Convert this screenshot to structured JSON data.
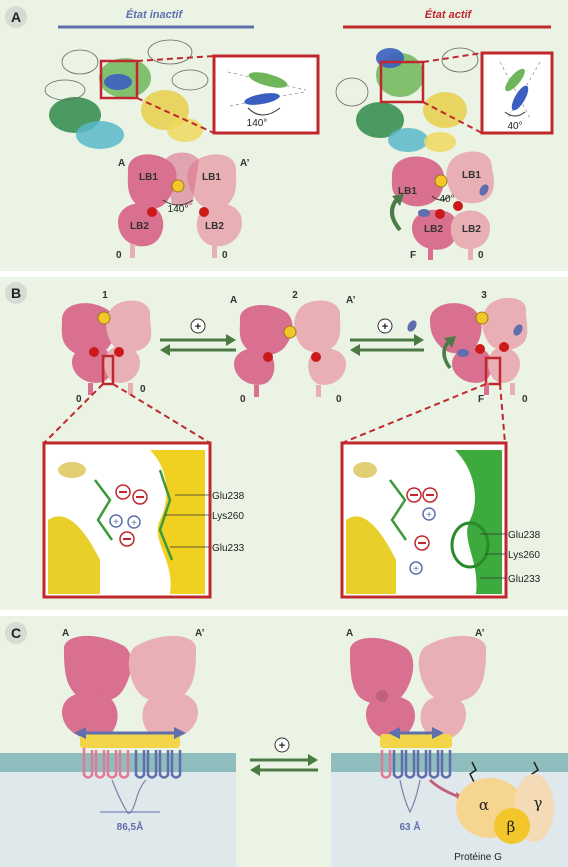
{
  "panelA": {
    "letter": "A",
    "inactive_title": "État inactif",
    "active_title": "État actif",
    "angle_inactive": "140°",
    "angle_active": "40°",
    "label_A": "A",
    "label_Ap": "A’",
    "lb1": "LB1",
    "lb2": "LB2",
    "zero": "0",
    "F": "F"
  },
  "panelB": {
    "letter": "B",
    "step1": "1",
    "step2": "2",
    "step3": "3",
    "label_A": "A",
    "label_Ap": "A’",
    "zero": "0",
    "F": "F",
    "left_residues": [
      "Glu238",
      "Lys260",
      "Glu233"
    ],
    "right_residues": [
      "Glu238",
      "Lys260",
      "Glu233"
    ]
  },
  "panelC": {
    "letter": "C",
    "label_A": "A",
    "label_Ap": "A’",
    "dist_inactive": "86,5Å",
    "dist_active": "63 Å",
    "alpha": "α",
    "beta": "β",
    "gamma": "γ",
    "g_protein": "Protéine G"
  },
  "colors": {
    "background_panel": "#eaf3e4",
    "pink_dark": "#d9708f",
    "pink_light": "#e8b0b4",
    "inactive_blue": "#5f6fae",
    "active_red": "#c0282d",
    "arrow_green": "#4b7a44",
    "membrane": "#8fbcbc",
    "cytoplasm": "#dfe8ea"
  }
}
